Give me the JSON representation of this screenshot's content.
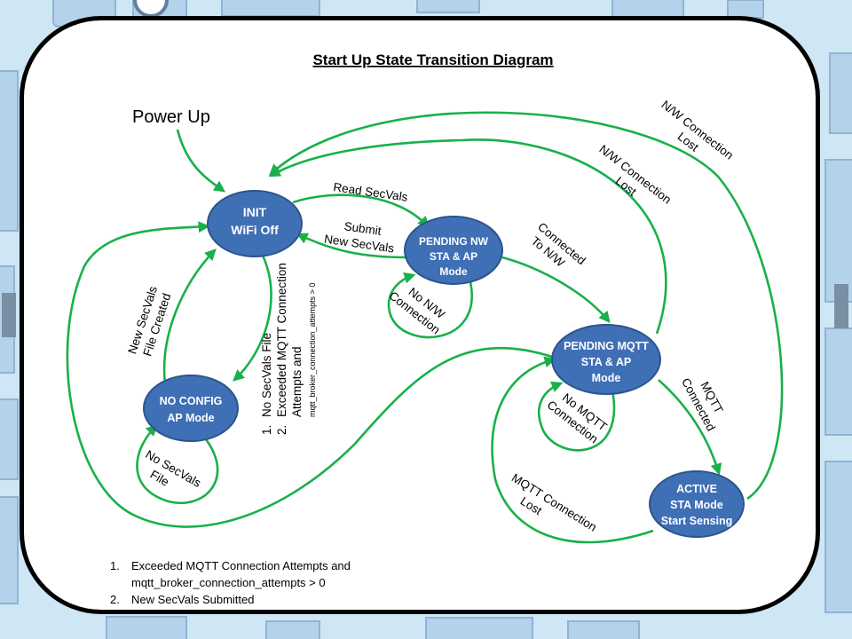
{
  "title": "Start Up State Transition  Diagram",
  "entry_label": "Power Up",
  "states": {
    "init": {
      "line1": "INIT",
      "line2": "WiFi Off"
    },
    "pending_nw": {
      "line1": "PENDING NW",
      "line2": "STA & AP",
      "line3": "Mode"
    },
    "pending_mqtt": {
      "line1": "PENDING MQTT",
      "line2": "STA & AP",
      "line3": "Mode"
    },
    "no_config": {
      "line1": "NO CONFIG",
      "line2": "AP Mode"
    },
    "active": {
      "line1": "ACTIVE",
      "line2": "STA Mode",
      "line3": "Start Sensing"
    }
  },
  "transitions": {
    "read_secvals": "Read SecVals",
    "submit_secvals": {
      "line1": "Submit",
      "line2": "New SecVals"
    },
    "no_nw_connection": {
      "line1": "No N/W",
      "line2": "Connection"
    },
    "connected_to_nw": {
      "line1": "Connected",
      "line2": "To N/W"
    },
    "nw_lost_inner": {
      "line1": "N/W Connection",
      "line2": "Lost"
    },
    "nw_lost_outer": {
      "line1": "N/W Connection",
      "line2": "Lost"
    },
    "no_mqtt_connection": {
      "line1": "No MQTT",
      "line2": "Connection"
    },
    "mqtt_connected": {
      "line1": "MQTT",
      "line2": "Connected"
    },
    "mqtt_lost": {
      "line1": "MQTT Connection",
      "line2": "Lost"
    },
    "no_secvals_loop": {
      "line1": "No SecVals",
      "line2": "File"
    },
    "new_secvals_created": {
      "line1": "New SecVals",
      "line2": "File Created"
    },
    "init_to_noconfig": {
      "n1": "1.",
      "item1": "No SecVals File",
      "n2": "2.",
      "item2_line1": "Exceeded MQTT Connection",
      "item2_line2": "Attempts  and",
      "item2_line3": "mqtt_broker_connection_attempts > 0"
    }
  },
  "notes": [
    {
      "num": "1.",
      "line1": "Exceeded MQTT Connection Attempts and",
      "line2": "mqtt_broker_connection_attempts  > 0"
    },
    {
      "num": "2.",
      "line1": "New SecVals Submitted"
    }
  ],
  "colors": {
    "state_fill": "#3f6fb5",
    "arrow": "#19b04a",
    "background": "#cfe6f5",
    "card": "#ffffff"
  }
}
